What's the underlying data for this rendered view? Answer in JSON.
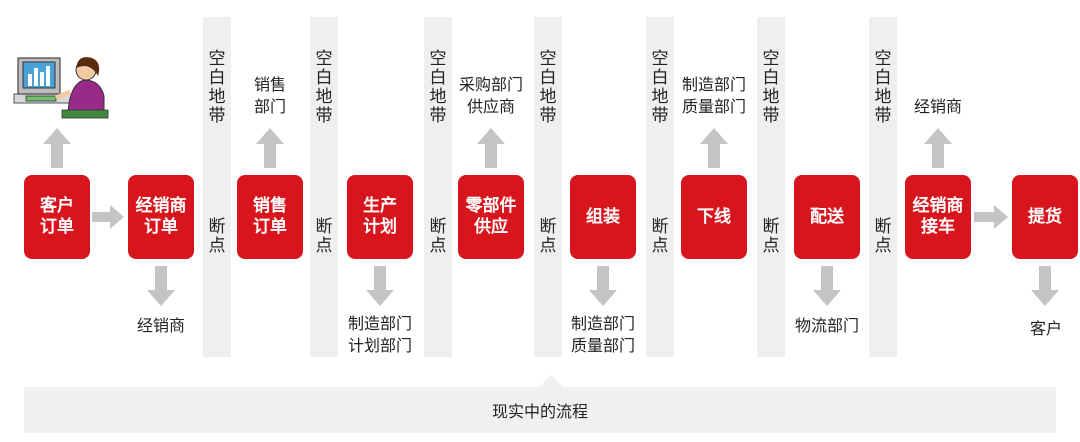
{
  "flow_steps": [
    {
      "line1": "客户",
      "line2": "订单"
    },
    {
      "line1": "经销商",
      "line2": "订单"
    },
    {
      "line1": "销售",
      "line2": "订单"
    },
    {
      "line1": "生产",
      "line2": "计划"
    },
    {
      "line1": "零部件",
      "line2": "供应"
    },
    {
      "line1": "组装",
      "line2": ""
    },
    {
      "line1": "下线",
      "line2": ""
    },
    {
      "line1": "配送",
      "line2": ""
    },
    {
      "line1": "经销商",
      "line2": "接车"
    },
    {
      "line1": "提货",
      "line2": ""
    }
  ],
  "gap_label": {
    "top": [
      "空",
      "白",
      "地",
      "带"
    ],
    "bottom": [
      "断",
      "点"
    ]
  },
  "roles_above": {
    "sales": [
      "销售",
      "部门"
    ],
    "purchasing": [
      "采购部门",
      "供应商"
    ],
    "manufacturing_quality": [
      "制造部门",
      "质量部门"
    ],
    "dealer": "经销商"
  },
  "roles_below": {
    "dealer": "经销商",
    "manufacturing_planning": [
      "制造部门",
      "计划部门"
    ],
    "manufacturing_quality": [
      "制造部门",
      "质量部门"
    ],
    "logistics": "物流部门",
    "customer": "客户"
  },
  "footer": {
    "caption": "现实中的流程"
  },
  "colors": {
    "box": "#d8141c",
    "arrow": "#c4c4c4",
    "band": "#efefef",
    "footer": "#f0f0f0"
  }
}
